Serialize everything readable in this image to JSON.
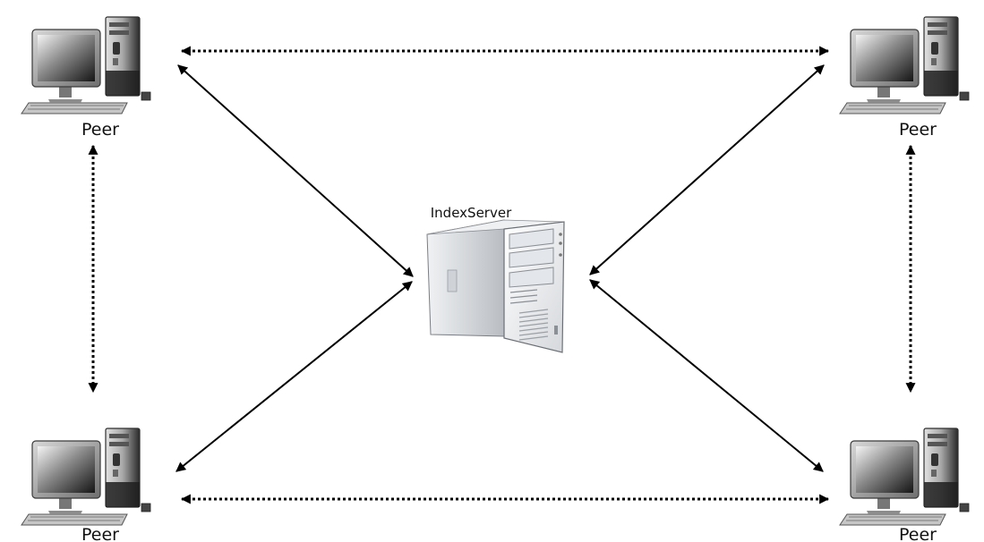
{
  "nodes": {
    "peer_top_left": {
      "label": "Peer",
      "icon": "desktop-computer-icon"
    },
    "peer_top_right": {
      "label": "Peer",
      "icon": "desktop-computer-icon"
    },
    "peer_bottom_left": {
      "label": "Peer",
      "icon": "desktop-computer-icon"
    },
    "peer_bottom_right": {
      "label": "Peer",
      "icon": "desktop-computer-icon"
    },
    "index_server": {
      "label": "IndexServer",
      "icon": "tower-server-icon"
    }
  },
  "connections": [
    {
      "from": "peer_top_left",
      "to": "peer_top_right",
      "style": "dotted",
      "arrows": "both"
    },
    {
      "from": "peer_bottom_left",
      "to": "peer_bottom_right",
      "style": "dotted",
      "arrows": "both"
    },
    {
      "from": "peer_top_left",
      "to": "peer_bottom_left",
      "style": "dotted",
      "arrows": "both"
    },
    {
      "from": "peer_top_right",
      "to": "peer_bottom_right",
      "style": "dotted",
      "arrows": "both"
    },
    {
      "from": "peer_top_left",
      "to": "index_server",
      "style": "solid",
      "arrows": "both"
    },
    {
      "from": "peer_top_right",
      "to": "index_server",
      "style": "solid",
      "arrows": "both"
    },
    {
      "from": "peer_bottom_left",
      "to": "index_server",
      "style": "solid",
      "arrows": "both"
    },
    {
      "from": "peer_bottom_right",
      "to": "index_server",
      "style": "solid",
      "arrows": "both"
    }
  ],
  "colors": {
    "line": "#000000",
    "background": "#ffffff",
    "text": "#111111"
  }
}
